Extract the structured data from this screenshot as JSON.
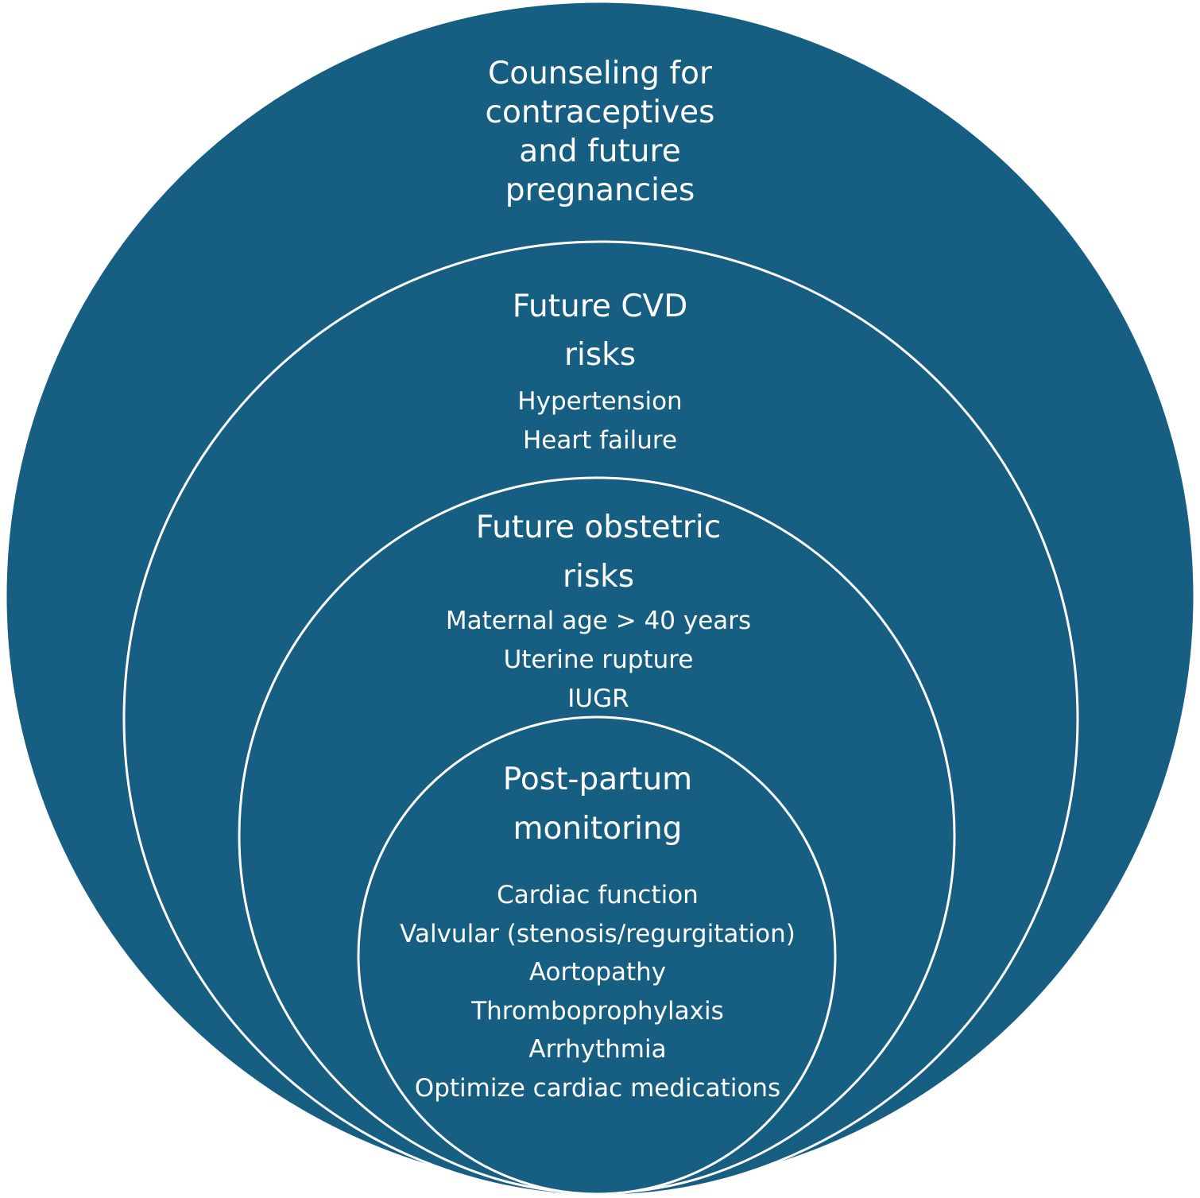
{
  "colors": {
    "fill": "#175f82",
    "stroke": "#ffffff",
    "text": "#ffffff"
  },
  "rings": [
    {
      "id": "counseling",
      "heading_lines": [
        "Counseling for",
        "contraceptives",
        "and future",
        "pregnancies"
      ],
      "items": []
    },
    {
      "id": "cvd",
      "heading_lines": [
        "Future CVD",
        "risks"
      ],
      "items": [
        "Hypertension",
        "Heart failure"
      ]
    },
    {
      "id": "obstetric",
      "heading_lines": [
        "Future obstetric",
        "risks"
      ],
      "items": [
        "Maternal age > 40 years",
        "Uterine rupture",
        "IUGR"
      ]
    },
    {
      "id": "postpartum",
      "heading_lines": [
        "Post-partum",
        "monitoring"
      ],
      "items": [
        "Cardiac function",
        "Valvular (stenosis/regurgitation)",
        "Aortopathy",
        "Thromboprophylaxis",
        "Arrhythmia",
        "Optimize cardiac medications"
      ]
    }
  ]
}
